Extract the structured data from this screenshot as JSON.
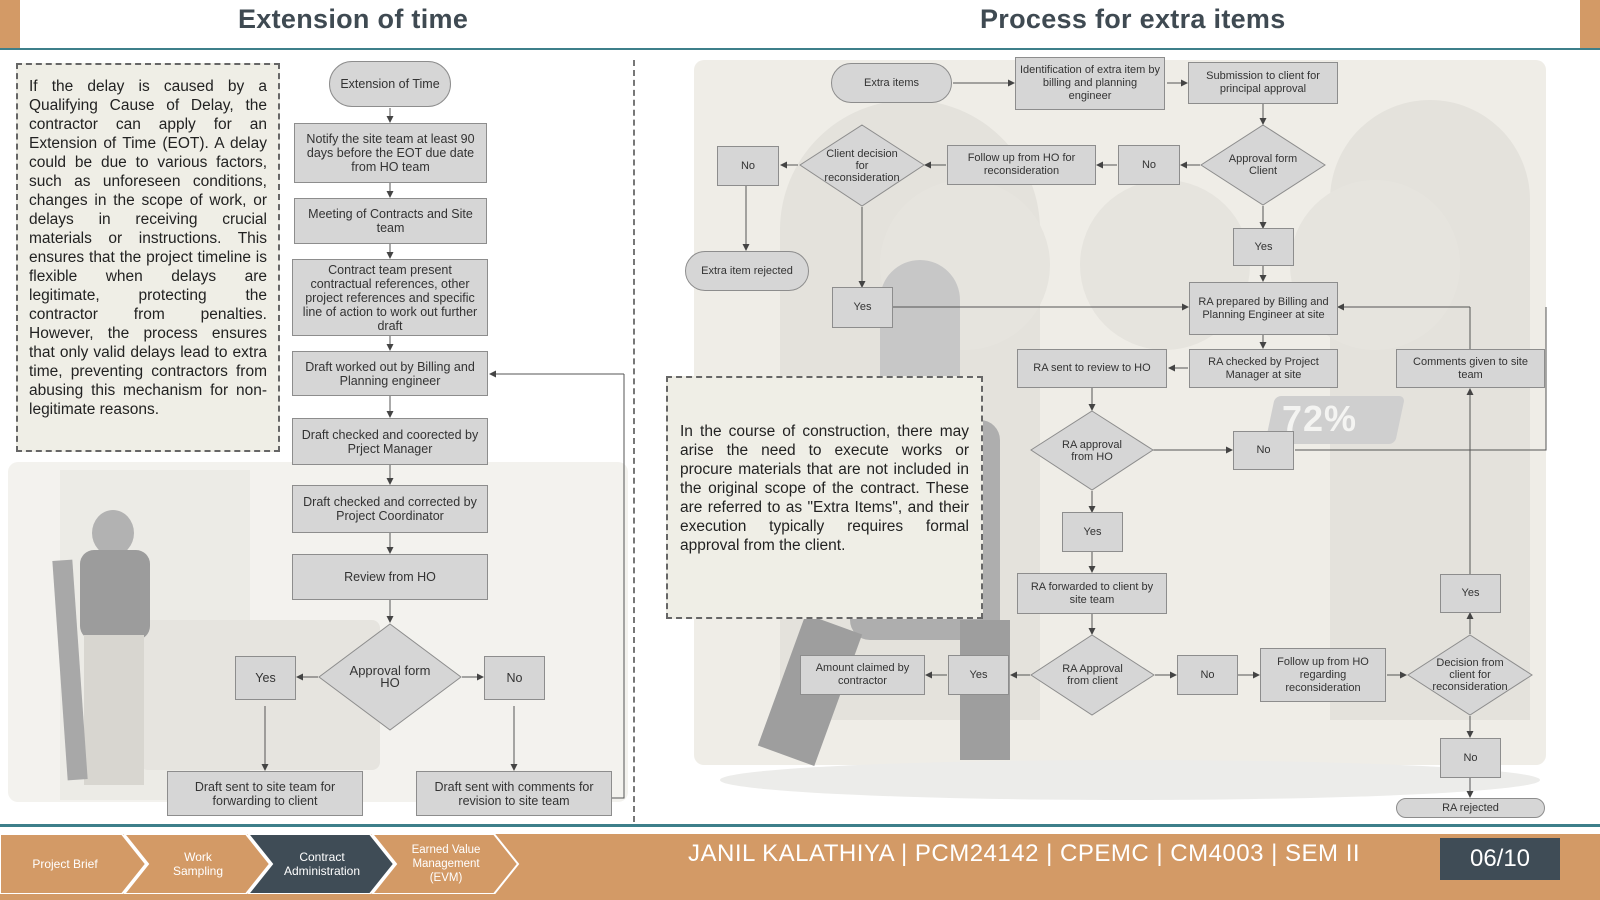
{
  "headers": {
    "left_title": "Extension of time",
    "right_title": "Process for extra items"
  },
  "left_text": "If the delay is caused by a Qualifying Cause of Delay, the contractor can apply for an Extension of Time (EOT). A delay could be due to various factors, such as unforeseen conditions, changes in the scope of work, or delays in receiving crucial materials or instructions. This ensures that the project timeline is flexible when delays are legitimate, protecting the contractor from penalties. However, the process ensures that only valid delays lead to extra time, preventing contractors from abusing this mechanism for non-legitimate reasons.",
  "right_text": "In the course of construction, there may arise the need to execute works or procure materials that are not included in the original scope of the contract. These are referred to as \"Extra Items\", and their execution typically requires formal approval from the client.",
  "eot_flow": {
    "start": "Extension of Time",
    "notify": "Notify the site team at least 90 days before the EOT due date from HO team",
    "meeting": "Meeting of Contracts and Site team",
    "present": "Contract team present contractual references, other project references and specific line of action to work out further draft",
    "draft_worked": "Draft worked out by Billing and Planning engineer",
    "checked_pm": "Draft checked and coorected by Prject Manager",
    "checked_pc": "Draft checked and corrected by Project Coordinator",
    "review_ho": "Review from HO",
    "approval_ho": "Approval form HO",
    "yes": "Yes",
    "no": "No",
    "sent_site": "Draft sent to site team for forwarding to client",
    "sent_comments": "Draft sent with comments for revision to site team"
  },
  "extra_flow": {
    "start": "Extra items",
    "identification": "Identification of extra item by billing and planning engineer",
    "submission": "Submission to client for principal approval",
    "approval_client": "Approval form Client",
    "no_1": "No",
    "follow_up_ho": "Follow up from HO for reconsideration",
    "client_decision": "Client decision for reconsideration",
    "no_2": "No",
    "rejected": "Extra item rejected",
    "yes_1": "Yes",
    "yes_2": "Yes",
    "ra_prepared": "RA prepared by Billing and Planning Engineer at site",
    "ra_checked": "RA checked by Project Manager at site",
    "ra_sent_ho": "RA sent to review to HO",
    "comments_site": "Comments given to site team",
    "ra_approval_ho": "RA approval from HO",
    "no_3": "No",
    "yes_3": "Yes",
    "ra_forwarded": "RA forwarded to client by site team",
    "ra_approval_client": "RA Approval from client",
    "yes_4": "Yes",
    "amount_claimed": "Amount claimed by contractor",
    "no_4": "No",
    "follow_up_regarding": "Follow up from HO regarding reconsideration",
    "decision_client": "Decision from client for reconsideration",
    "yes_5": "Yes",
    "no_5": "No",
    "ra_rejected": "RA rejected"
  },
  "background": {
    "percent": "72%"
  },
  "footer": {
    "nav": [
      "Project Brief",
      "Work Sampling",
      "Contract Administration",
      "Earned Value Management (EVM)"
    ],
    "active_index": 2,
    "title": "JANIL KALATHIYA  |  PCM24142 | CPEMC | CM4003 | SEM II",
    "page": "06/10"
  },
  "colors": {
    "accent_orange": "#d39a66",
    "teal_line": "#3d7f8a",
    "dark_slate": "#3f4c56",
    "node_fill": "#d6d6d6"
  }
}
